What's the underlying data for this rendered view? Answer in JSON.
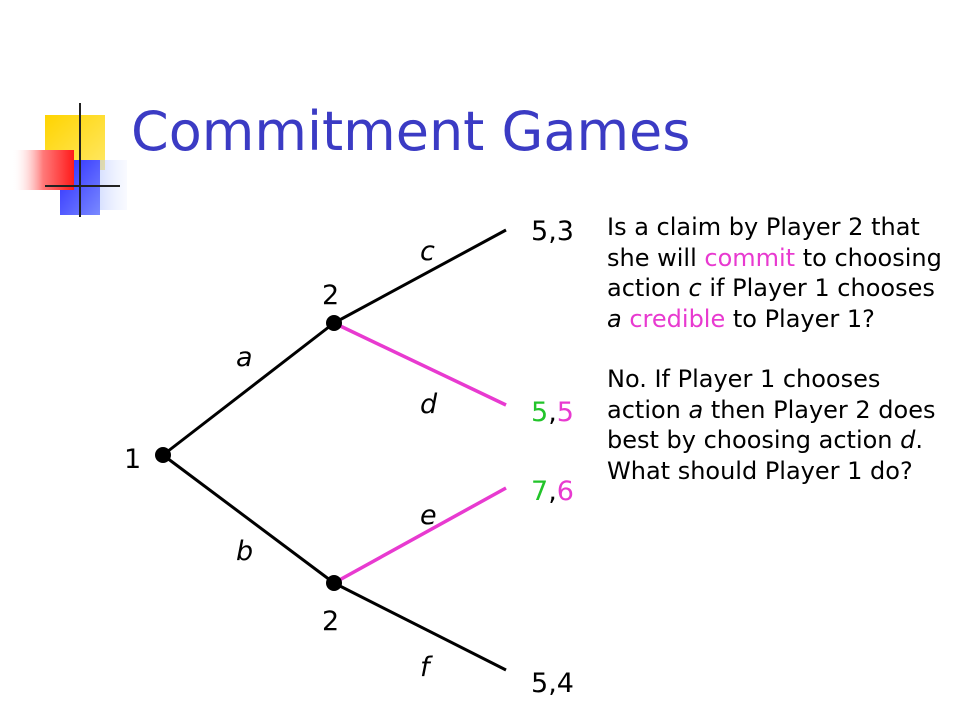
{
  "slide": {
    "title": "Commitment Games"
  },
  "colors": {
    "title": "#3b3bc4",
    "pink": "#e83ad0",
    "green": "#22c42a",
    "black": "#000000"
  },
  "tree": {
    "nodes": {
      "root_label": "1",
      "upper_label": "2",
      "lower_label": "2"
    },
    "actions": {
      "a": "a",
      "b": "b",
      "c": "c",
      "d": "d",
      "e": "e",
      "f": "f"
    },
    "payoffs": {
      "c": {
        "p1": "5",
        "sep": ",",
        "p2": "3"
      },
      "d": {
        "p1": "5",
        "sep": ",",
        "p2": "5"
      },
      "e": {
        "p1": "7",
        "sep": ",",
        "p2": "6"
      },
      "f": {
        "p1": "5",
        "sep": ",",
        "p2": "4"
      }
    }
  },
  "question": {
    "p1_a": "Is a claim by Player 2 that she will ",
    "p1_commit": "commit",
    "p1_b": " to choosing action ",
    "p1_c_action": "c",
    "p1_c": "  if Player 1 chooses ",
    "p1_a_action": "a",
    "p1_credible": "credible",
    "p1_d": " to Player 1?"
  },
  "answer": {
    "p2_a": "No.  If Player 1 chooses action ",
    "p2_a_action": "a",
    "p2_b": "  then Player 2 does best by choosing action ",
    "p2_d_action": "d",
    "p2_c": ".",
    "p3": "What should Player 1 do?"
  }
}
